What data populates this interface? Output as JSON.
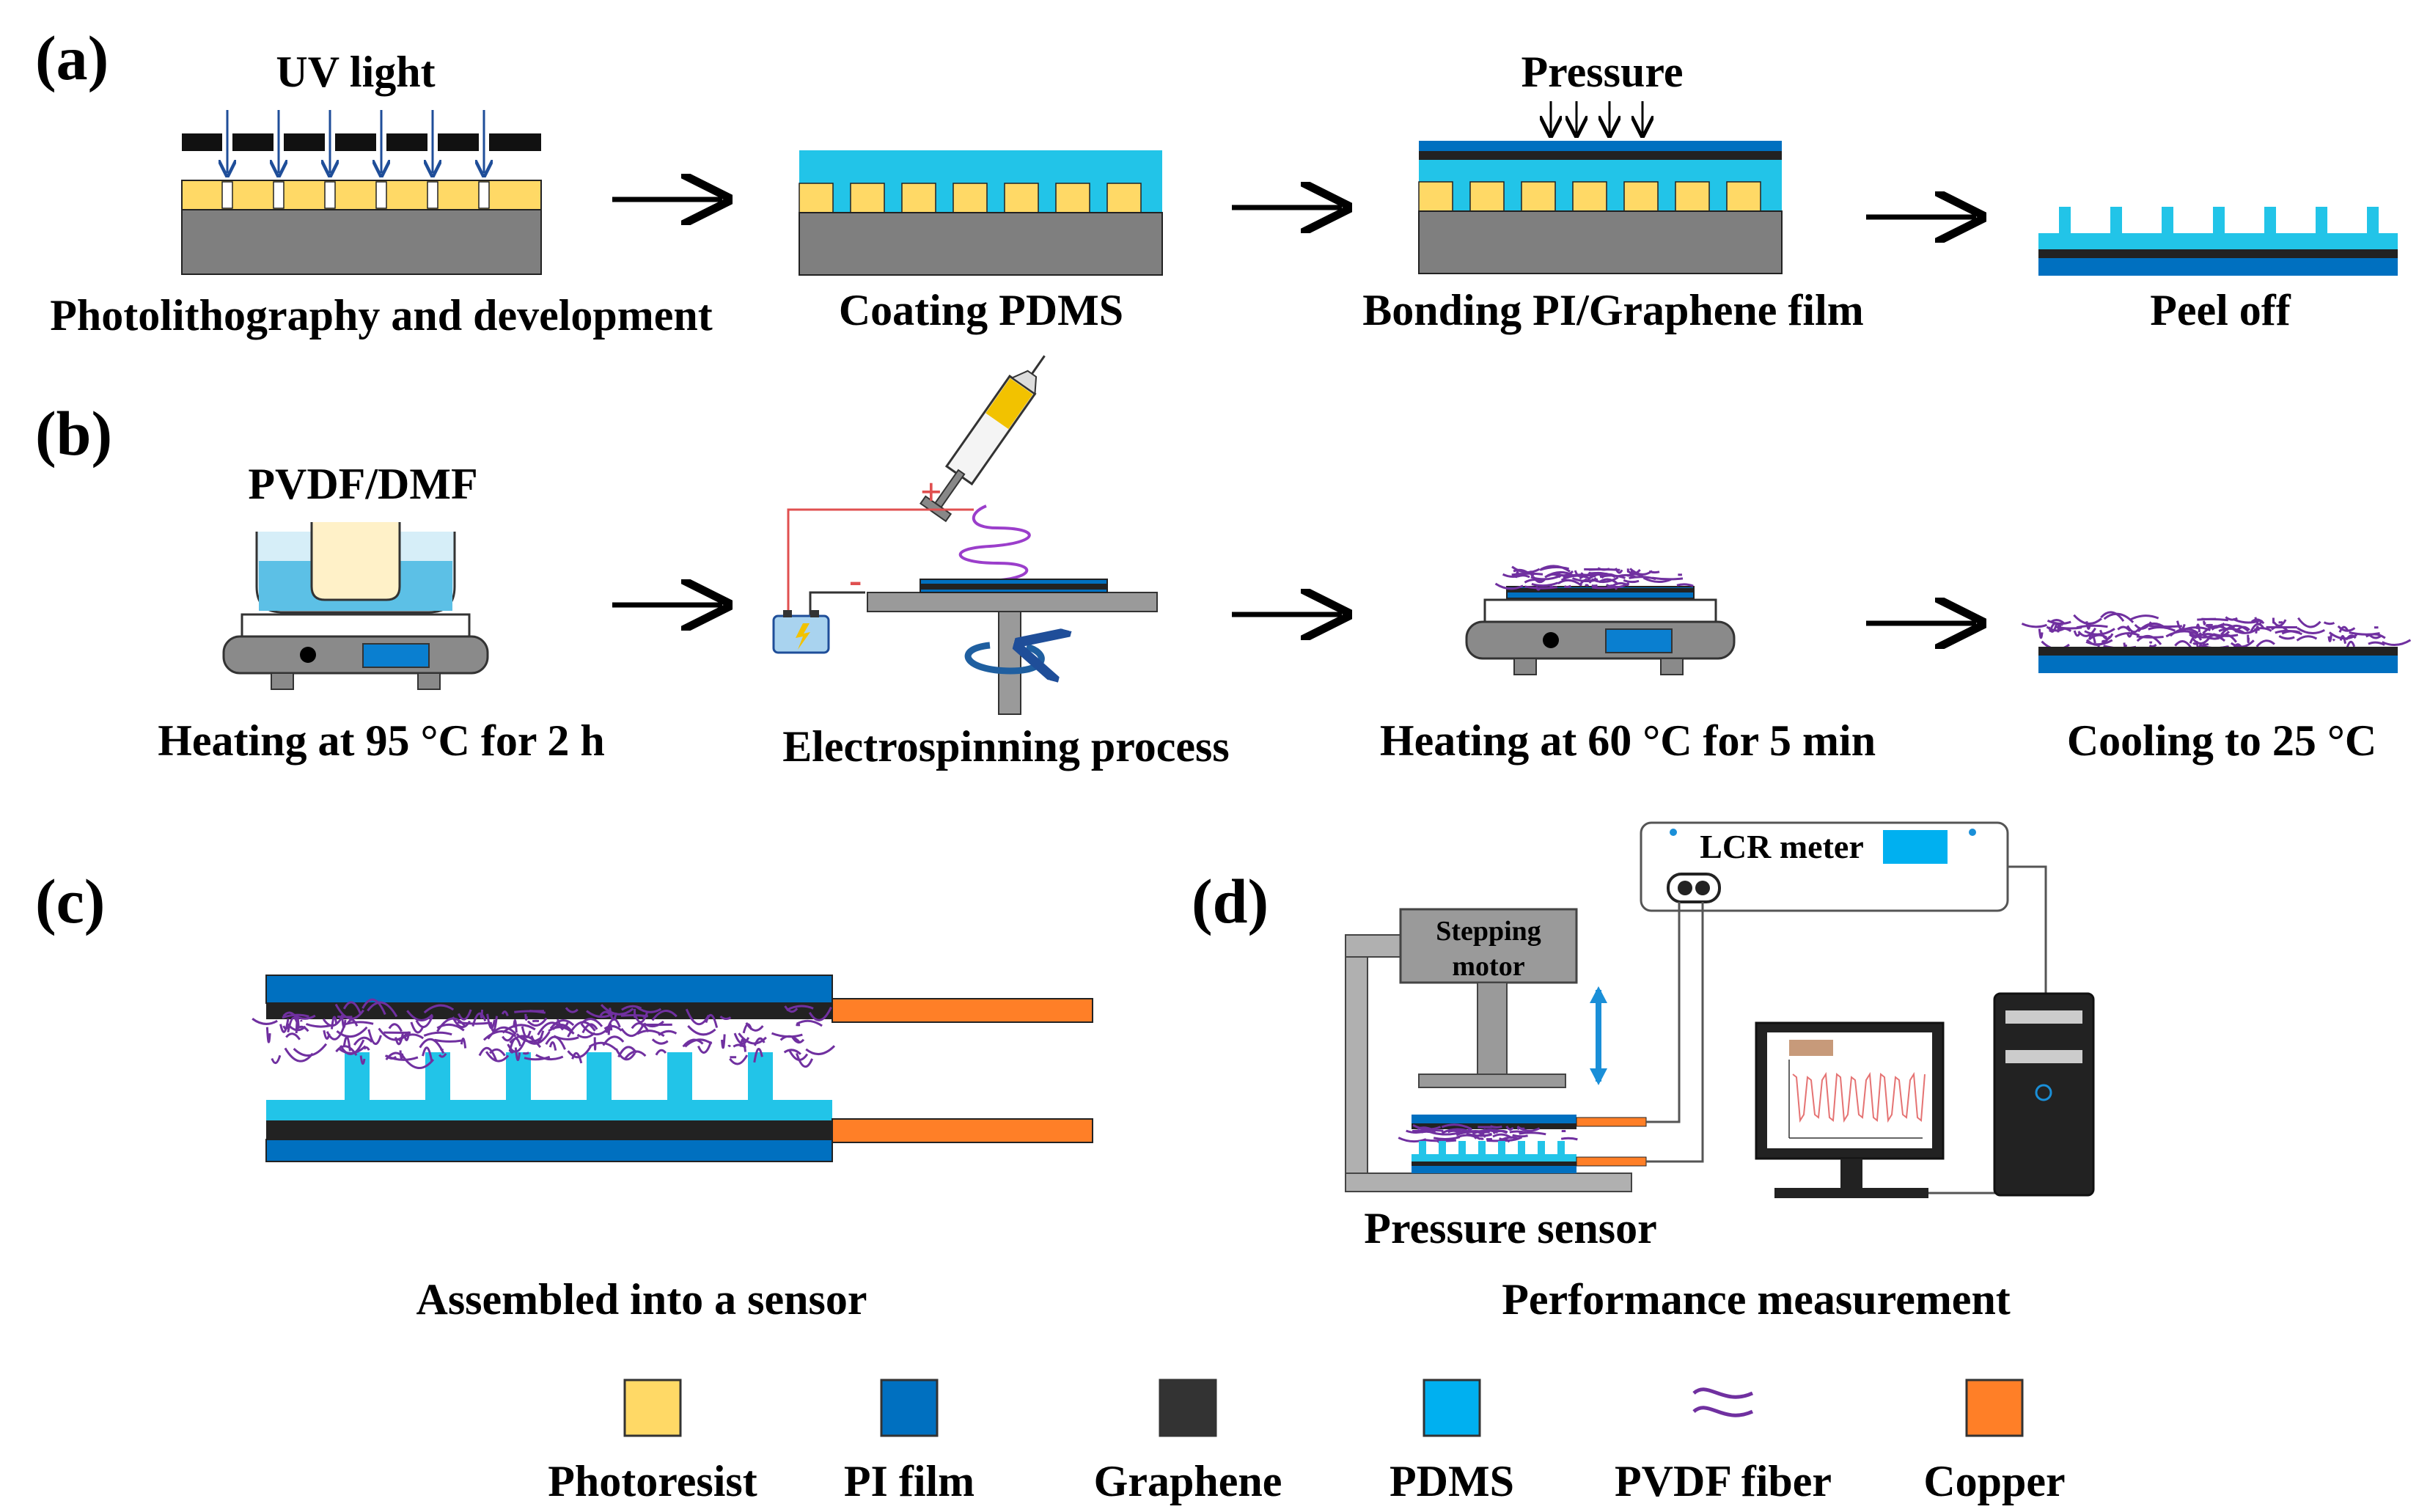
{
  "panels": {
    "a": {
      "label": "(a)",
      "uv_label": "UV light",
      "pressure_label": "Pressure",
      "captions": [
        "Photolithography and development",
        "Coating PDMS",
        "Bonding PI/Graphene film",
        "Peel off"
      ]
    },
    "b": {
      "label": "(b)",
      "solution_label": "PVDF/DMF",
      "plus_sign": "+",
      "minus_sign": "-",
      "captions": [
        "Heating at 95 °C for 2 h",
        "Electrospinning process",
        "Heating at 60 °C for 5 min",
        "Cooling to 25 °C"
      ]
    },
    "c": {
      "label": "(c)",
      "caption": "Assembled into a sensor"
    },
    "d": {
      "label": "(d)",
      "lcr_label": "LCR meter",
      "motor_label_1": "Stepping",
      "motor_label_2": "motor",
      "sensor_label": "Pressure sensor",
      "caption": "Performance measurement"
    }
  },
  "legend": [
    {
      "label": "Photoresist",
      "color": "#FFD966",
      "kind": "swatch"
    },
    {
      "label": "PI film",
      "color": "#0070C0",
      "kind": "swatch"
    },
    {
      "label": "Graphene",
      "color": "#333333",
      "kind": "swatch"
    },
    {
      "label": "PDMS",
      "color": "#00B0F0",
      "kind": "swatch"
    },
    {
      "label": "PVDF fiber",
      "color": "#7030A0",
      "kind": "wave"
    },
    {
      "label": "Copper",
      "color": "#FF7F27",
      "kind": "swatch"
    }
  ],
  "colors": {
    "photoresist": "#FFD966",
    "pi_film": "#0070C0",
    "graphene": "#333333",
    "pdms": "#22C4E8",
    "pvdf": "#7030A0",
    "copper": "#FF7F27",
    "substrate": "#7F7F7F",
    "wire_red": "#E05050"
  }
}
